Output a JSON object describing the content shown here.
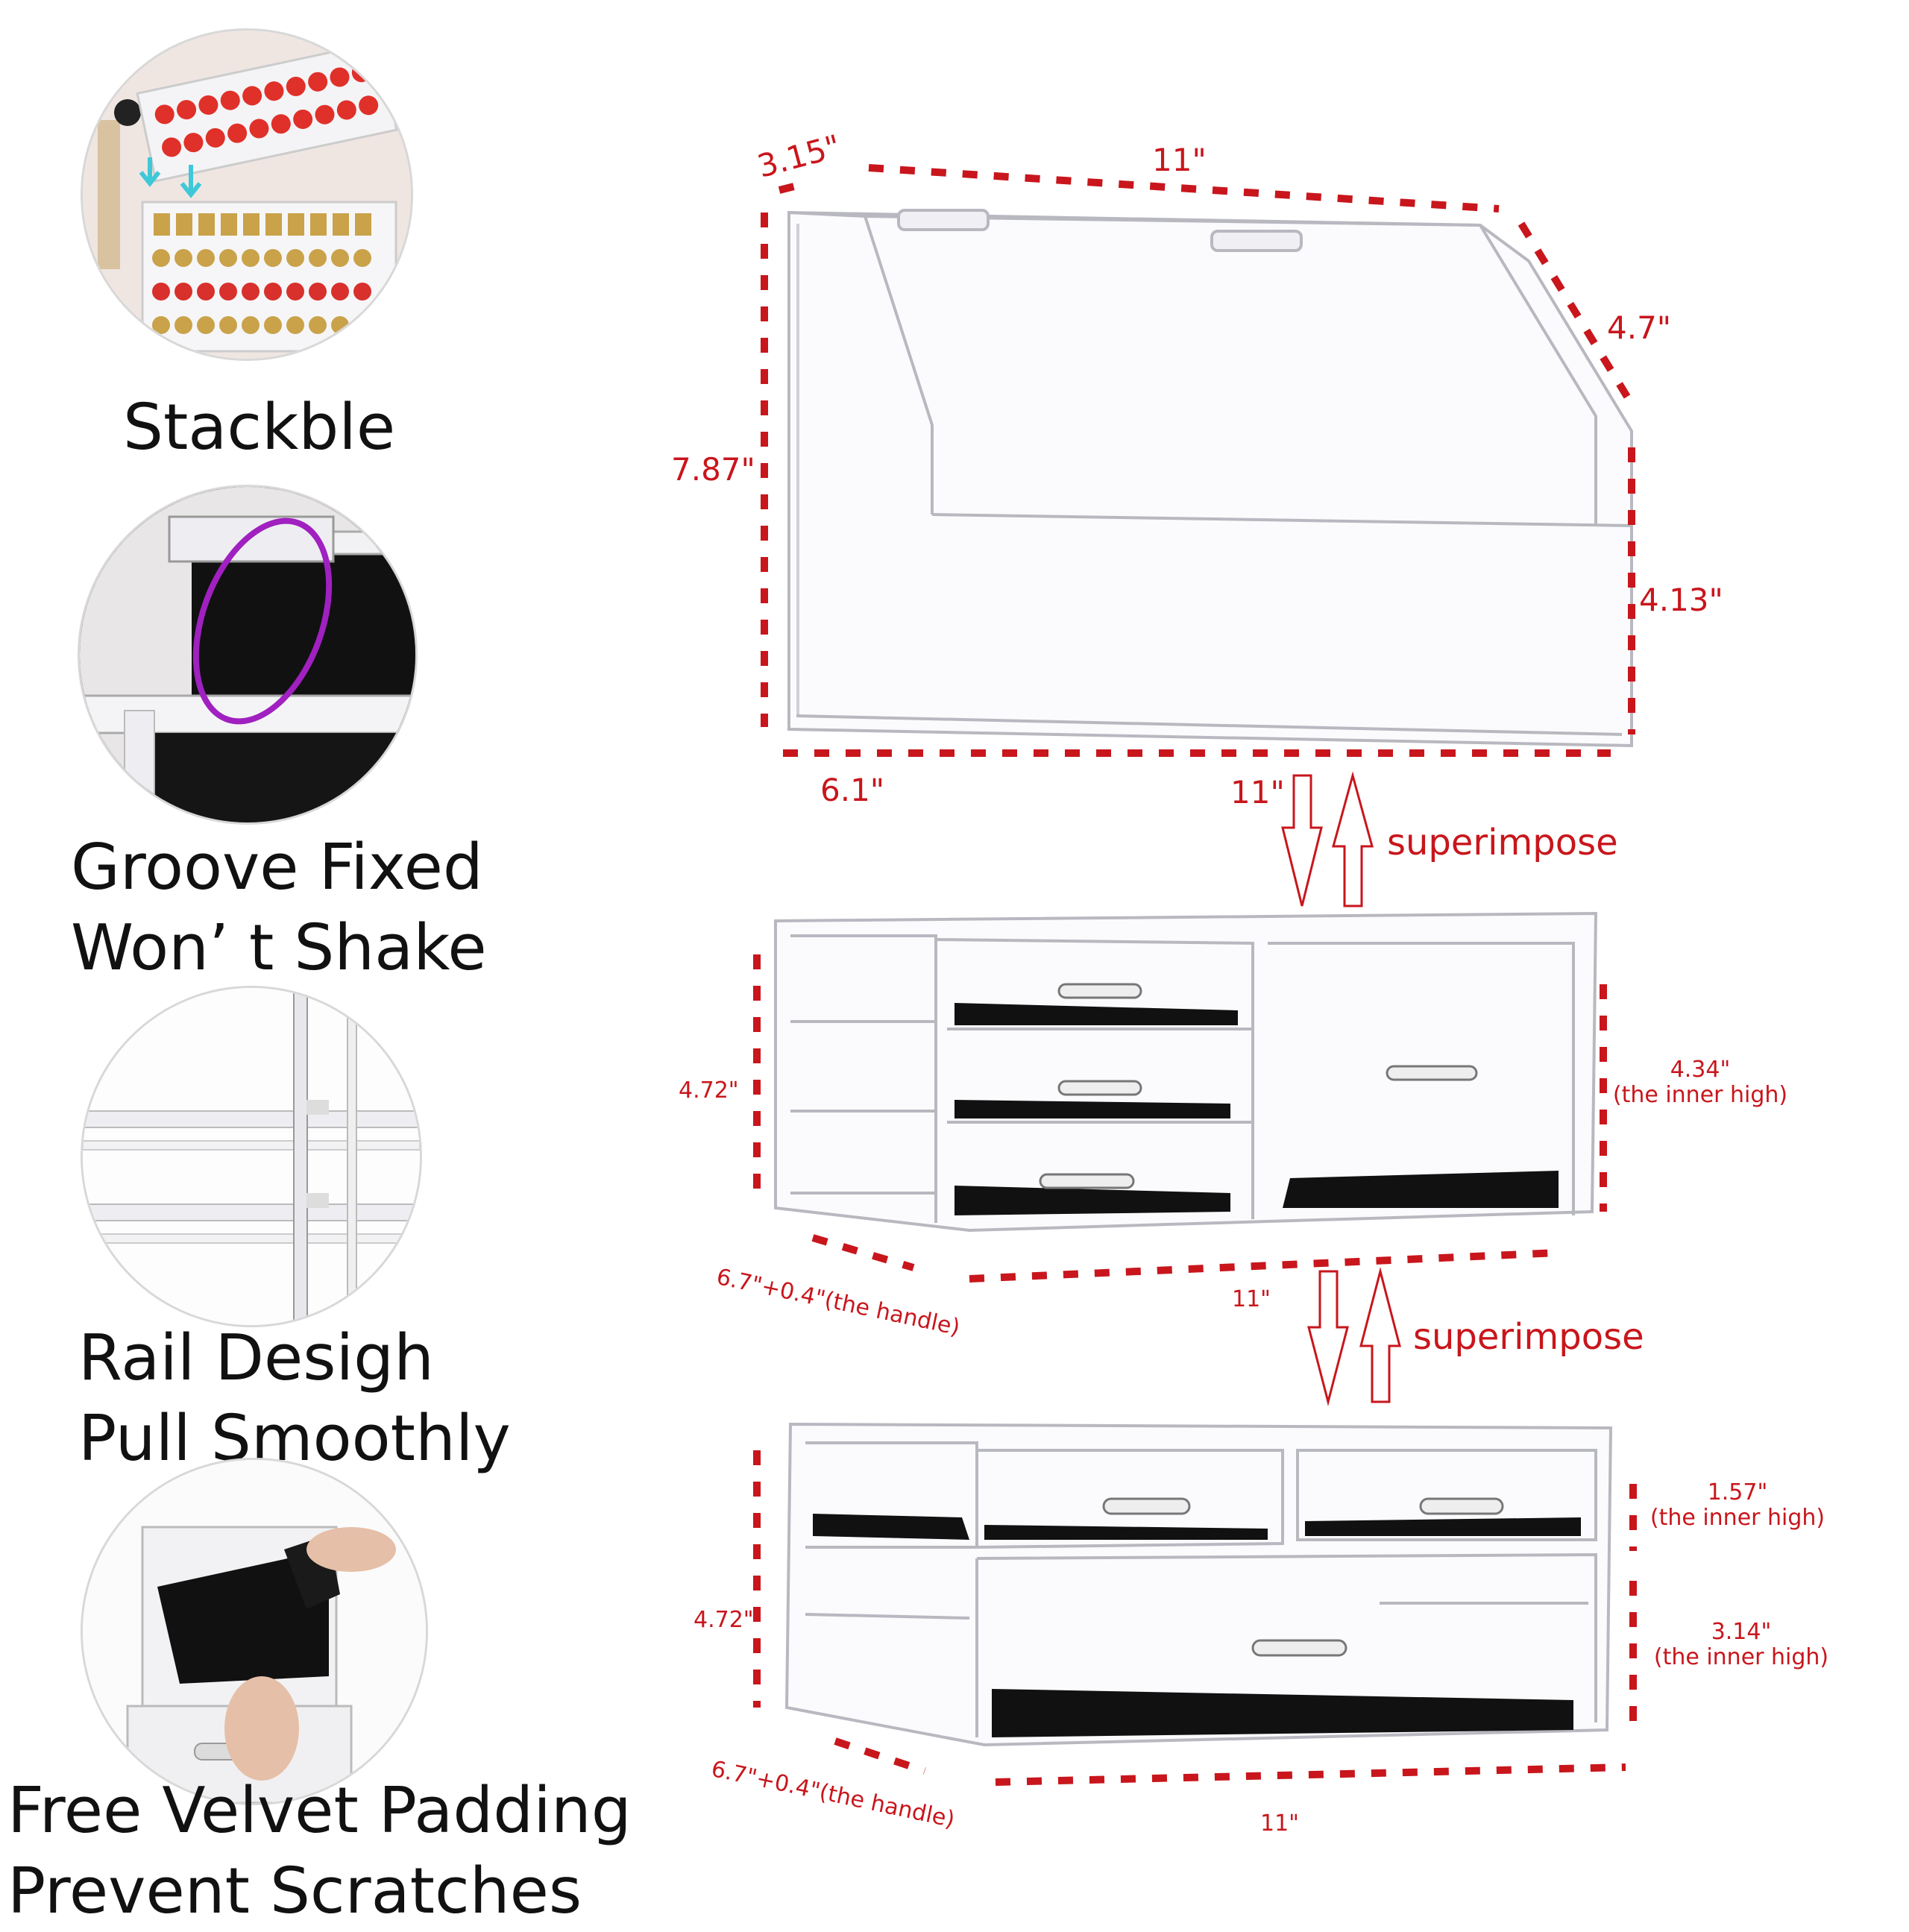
{
  "features": [
    {
      "lines": [
        "Stackble"
      ]
    },
    {
      "lines": [
        "Groove Fixed",
        "Won’ t Shake"
      ]
    },
    {
      "lines": [
        "Rail Desigh",
        "Pull Smoothly"
      ]
    },
    {
      "lines": [
        "Free Velvet Padding",
        "Prevent Scratches"
      ]
    }
  ],
  "top_unit": {
    "depth_top": "3.15\"",
    "width_top": "11\"",
    "slope": "4.7\"",
    "height": "7.87\"",
    "lower_height": "4.13\"",
    "depth_bottom": "6.1\"",
    "width_bottom": "11\""
  },
  "arrow_labels": [
    "superimpose",
    "superimpose"
  ],
  "middle_unit": {
    "height": "4.72\"",
    "inner_value": "4.34\"",
    "inner_note": "(the inner high)",
    "depth": "6.7\"+0.4\"(the handle)",
    "width": "11\""
  },
  "bottom_unit": {
    "height": "4.72\"",
    "inner_top_value": "1.57\"",
    "inner_top_note": "(the inner high)",
    "inner_bottom_value": "3.14\"",
    "inner_bottom_note": "(the inner high)",
    "depth": "6.7\"+0.4\"(the handle)",
    "width": "11\""
  },
  "colors": {
    "dimension_red": "#c8161c",
    "accent_purple": "#a020c0",
    "arrow_teal": "#3ec8d8"
  }
}
